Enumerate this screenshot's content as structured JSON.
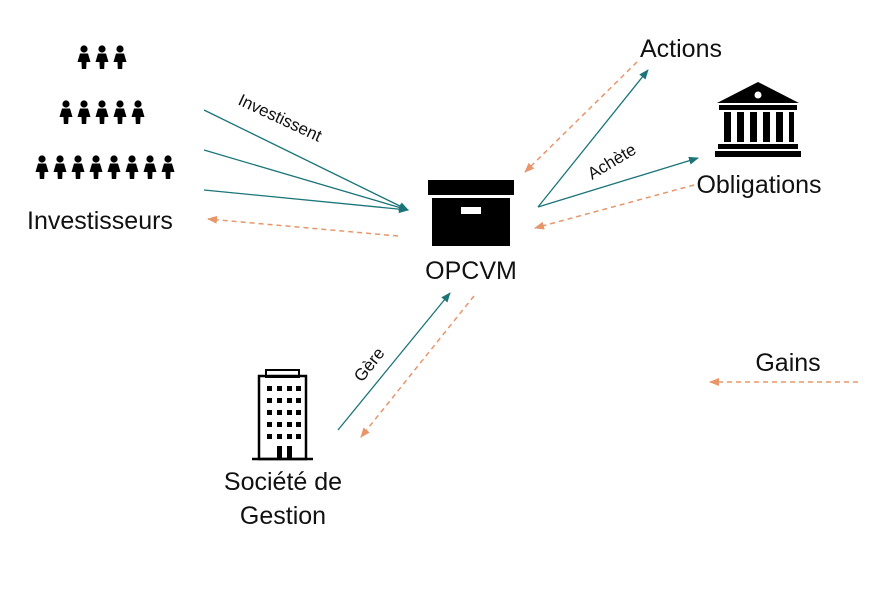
{
  "colors": {
    "flow": "#1a7478",
    "gains": "#e8956a",
    "icon": "#000000",
    "background": "#ffffff"
  },
  "nodes": {
    "investisseurs": {
      "label": "Investisseurs",
      "icon": "people-pyramid-icon"
    },
    "opcvm": {
      "label": "OPCVM",
      "icon": "box-icon"
    },
    "actions": {
      "label": "Actions"
    },
    "obligations": {
      "label": "Obligations",
      "icon": "bank-icon"
    },
    "societe": {
      "label_line1": "Société de",
      "label_line2": "Gestion",
      "icon": "building-icon"
    }
  },
  "edges": {
    "investit": "Investissent",
    "achete": "Achète",
    "gere": "Gère"
  },
  "legend": {
    "gains": "Gains"
  }
}
